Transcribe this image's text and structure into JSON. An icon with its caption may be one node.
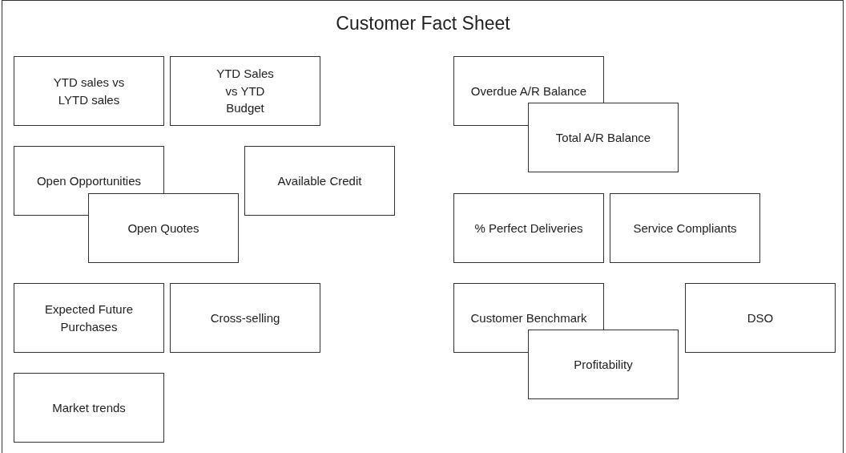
{
  "diagram": {
    "title": "Customer Fact Sheet",
    "nodes": [
      {
        "text": [
          "YTD sales vs LYTD sales"
        ]
      },
      {
        "text": [
          "YTD Sales vs YTD Budget"
        ]
      },
      {
        "text": [
          "Open Opportunities"
        ]
      },
      {
        "text": [
          "Open Quotes"
        ]
      },
      {
        "text": [
          "Available Credit"
        ]
      },
      {
        "text": [
          "Expected Future Purchases"
        ]
      },
      {
        "text": [
          "Cross-selling"
        ]
      },
      {
        "text": [
          "Market trends"
        ]
      },
      {
        "text": [
          "Overdue A/R Balance"
        ]
      },
      {
        "text": [
          "Total A/R Balance"
        ]
      },
      {
        "text": [
          "% Perfect Deliveries"
        ]
      },
      {
        "text": [
          "Service Compliants"
        ]
      },
      {
        "text": [
          "Customer Benchmark"
        ]
      },
      {
        "text": [
          "Profitability"
        ]
      },
      {
        "text": [
          "DSO"
        ]
      }
    ]
  }
}
